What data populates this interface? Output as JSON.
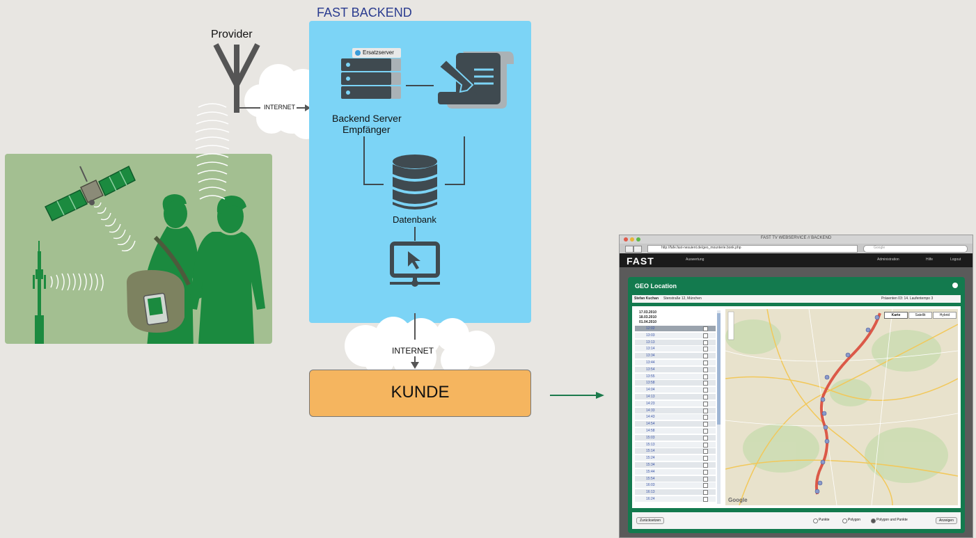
{
  "backend": {
    "title": "FAST BACKEND",
    "ersatz_label": "Ersatzserver",
    "server_label_line1": "Backend Server",
    "server_label_line2": "Empfänger",
    "db_label": "Datenbank"
  },
  "provider": {
    "label": "Provider",
    "internet_label": "INTERNET"
  },
  "customer": {
    "internet_label": "INTERNET",
    "label": "KUNDE"
  },
  "screenshot": {
    "window_title": "FAST TV WEBSERVICE // BACKEND",
    "url": "http://fafe.fast-nesuient.de/geo_mounterie.bonk.php",
    "search_placeholder": "Google",
    "logo": "FAST",
    "nav_menu": "Auswertung",
    "nav_right": [
      "Administration",
      "Hilfe",
      "Logout"
    ],
    "panel_title": "GEO Location",
    "user_name": "Stefan Kuchan",
    "user_address": "Stenstraße 12, München",
    "user_right": "Präsenten 03: 14. Laufentempo 3",
    "dates": [
      "17.03.2010",
      "18.03.2010",
      "01.04.2010"
    ],
    "time_rows": [
      "12:02",
      "13:03",
      "13:13",
      "13:14",
      "13:34",
      "13:44",
      "13:54",
      "13:55",
      "13:58",
      "14:04",
      "14:13",
      "14:23",
      "14:33",
      "14:43",
      "14:54",
      "14:58",
      "15:03",
      "15:13",
      "15:14",
      "15:24",
      "15:34",
      "15:44",
      "15:54",
      "16:03",
      "16:13",
      "16:24"
    ],
    "map_buttons": [
      "Karte",
      "Satellit",
      "Hybrid"
    ],
    "map_brand": "Google",
    "footer_button": "Zurücksetzen",
    "footer_options": [
      "Punkte",
      "Polygon",
      "Polygon und Punkte"
    ],
    "footer_right_button": "Anzeigen"
  },
  "colors": {
    "backend_bg": "#7cd4f6",
    "customer_bg": "#f5b55f",
    "green_scene": "#a3bf91",
    "silhouette": "#1b8a3f",
    "icon_dark": "#3f4a50",
    "arrow_green": "#1c7a4c",
    "title_blue": "#2a3b8f"
  }
}
